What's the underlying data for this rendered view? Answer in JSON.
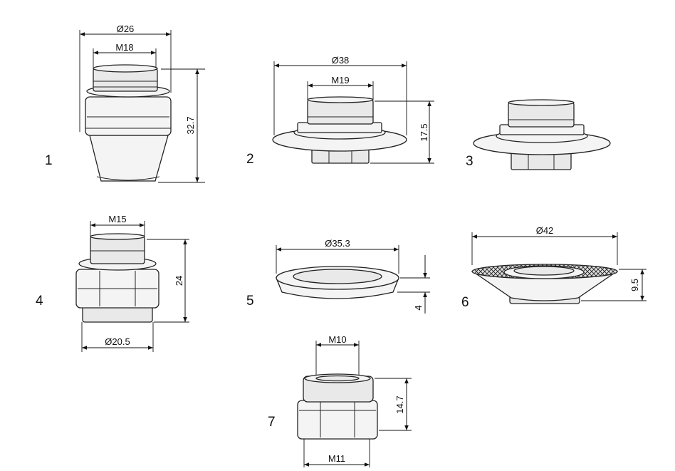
{
  "parts": [
    {
      "number": "1",
      "dims": [
        "Ø26",
        "M18",
        "32.7"
      ]
    },
    {
      "number": "2",
      "dims": [
        "Ø38",
        "M19",
        "17.5"
      ]
    },
    {
      "number": "3",
      "dims": []
    },
    {
      "number": "4",
      "dims": [
        "M15",
        "24",
        "Ø20.5"
      ]
    },
    {
      "number": "5",
      "dims": [
        "Ø35.3",
        "4"
      ]
    },
    {
      "number": "6",
      "dims": [
        "Ø42",
        "9.5"
      ]
    },
    {
      "number": "7",
      "dims": [
        "M10",
        "14.7",
        "M11"
      ]
    }
  ]
}
